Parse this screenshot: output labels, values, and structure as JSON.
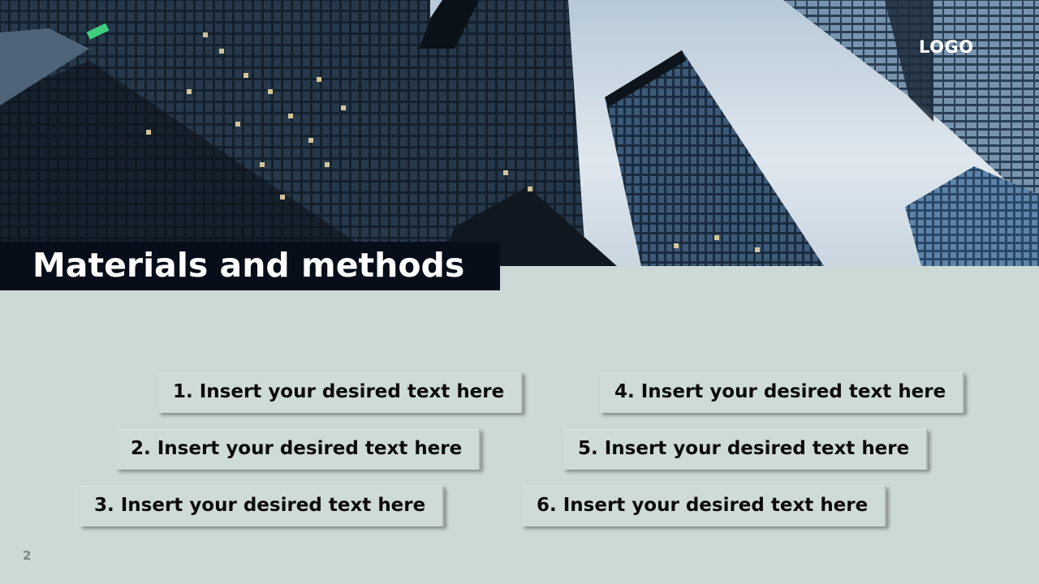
{
  "slide": {
    "logo": "LOGO",
    "title": "Materials and methods",
    "page_number": "2",
    "items": [
      "1. Insert your desired text here",
      "2. Insert your desired text here",
      "3. Insert your desired text here",
      "4. Insert your desired text here",
      "5. Insert your desired text here",
      "6. Insert your desired text here"
    ]
  },
  "colors": {
    "background": "#cdd9d7",
    "title_bar": "#070e19",
    "title_text": "#ffffff",
    "item_text": "#0b0b0b"
  },
  "images": {
    "banner": "skyscrapers-looking-up-photo"
  }
}
